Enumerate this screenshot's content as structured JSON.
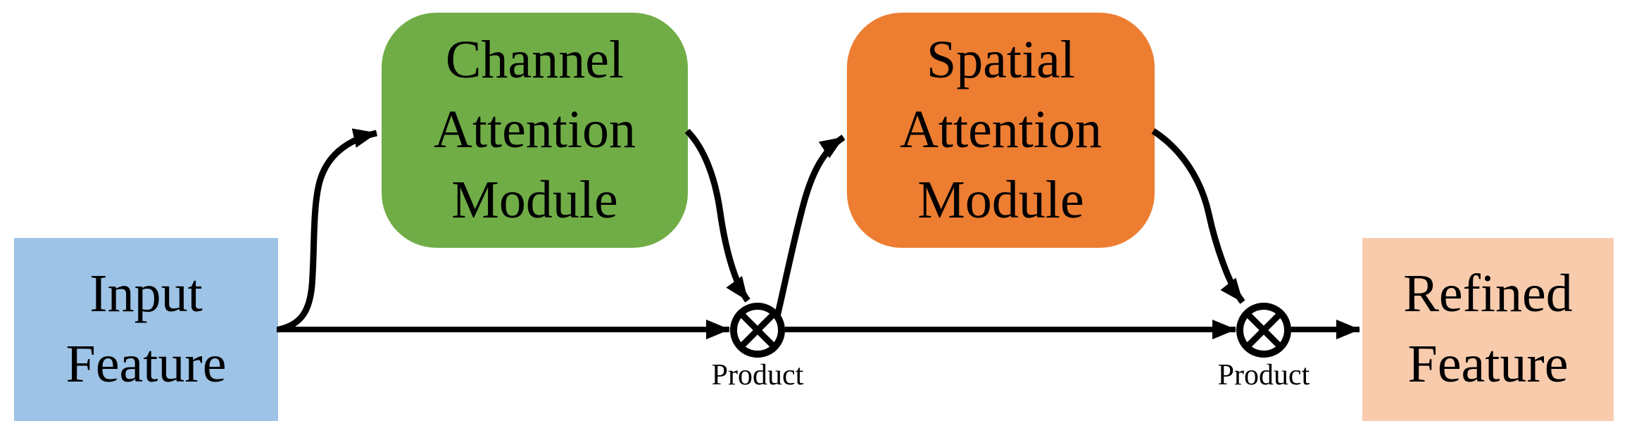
{
  "colors": {
    "background": "#FFFFFF",
    "line": "#000000",
    "text": "#000000"
  },
  "nodes": {
    "input_feature": {
      "lines": [
        "Input",
        "Feature"
      ],
      "fill": "#9DC3E6"
    },
    "channel_attention": {
      "lines": [
        "Channel",
        "Attention",
        "Module"
      ],
      "fill": "#70AD47"
    },
    "spatial_attention": {
      "lines": [
        "Spatial",
        "Attention",
        "Module"
      ],
      "fill": "#ED7D31"
    },
    "refined_feature": {
      "lines": [
        "Refined",
        "Feature"
      ],
      "fill": "#F8CBAD"
    }
  },
  "operators": {
    "product_1": {
      "label": "Product",
      "symbol": "circled-multiply"
    },
    "product_2": {
      "label": "Product",
      "symbol": "circled-multiply"
    }
  },
  "edges": [
    {
      "from": "input_feature",
      "to": "channel_attention",
      "style": "curved-arrow"
    },
    {
      "from": "input_feature",
      "to": "product_1",
      "style": "straight-arrow"
    },
    {
      "from": "channel_attention",
      "to": "product_1",
      "style": "curved-arrow"
    },
    {
      "from": "product_1",
      "to": "spatial_attention",
      "style": "curved-arrow"
    },
    {
      "from": "product_1",
      "to": "product_2",
      "style": "straight-arrow"
    },
    {
      "from": "spatial_attention",
      "to": "product_2",
      "style": "curved-arrow"
    },
    {
      "from": "product_2",
      "to": "refined_feature",
      "style": "straight-arrow"
    }
  ]
}
